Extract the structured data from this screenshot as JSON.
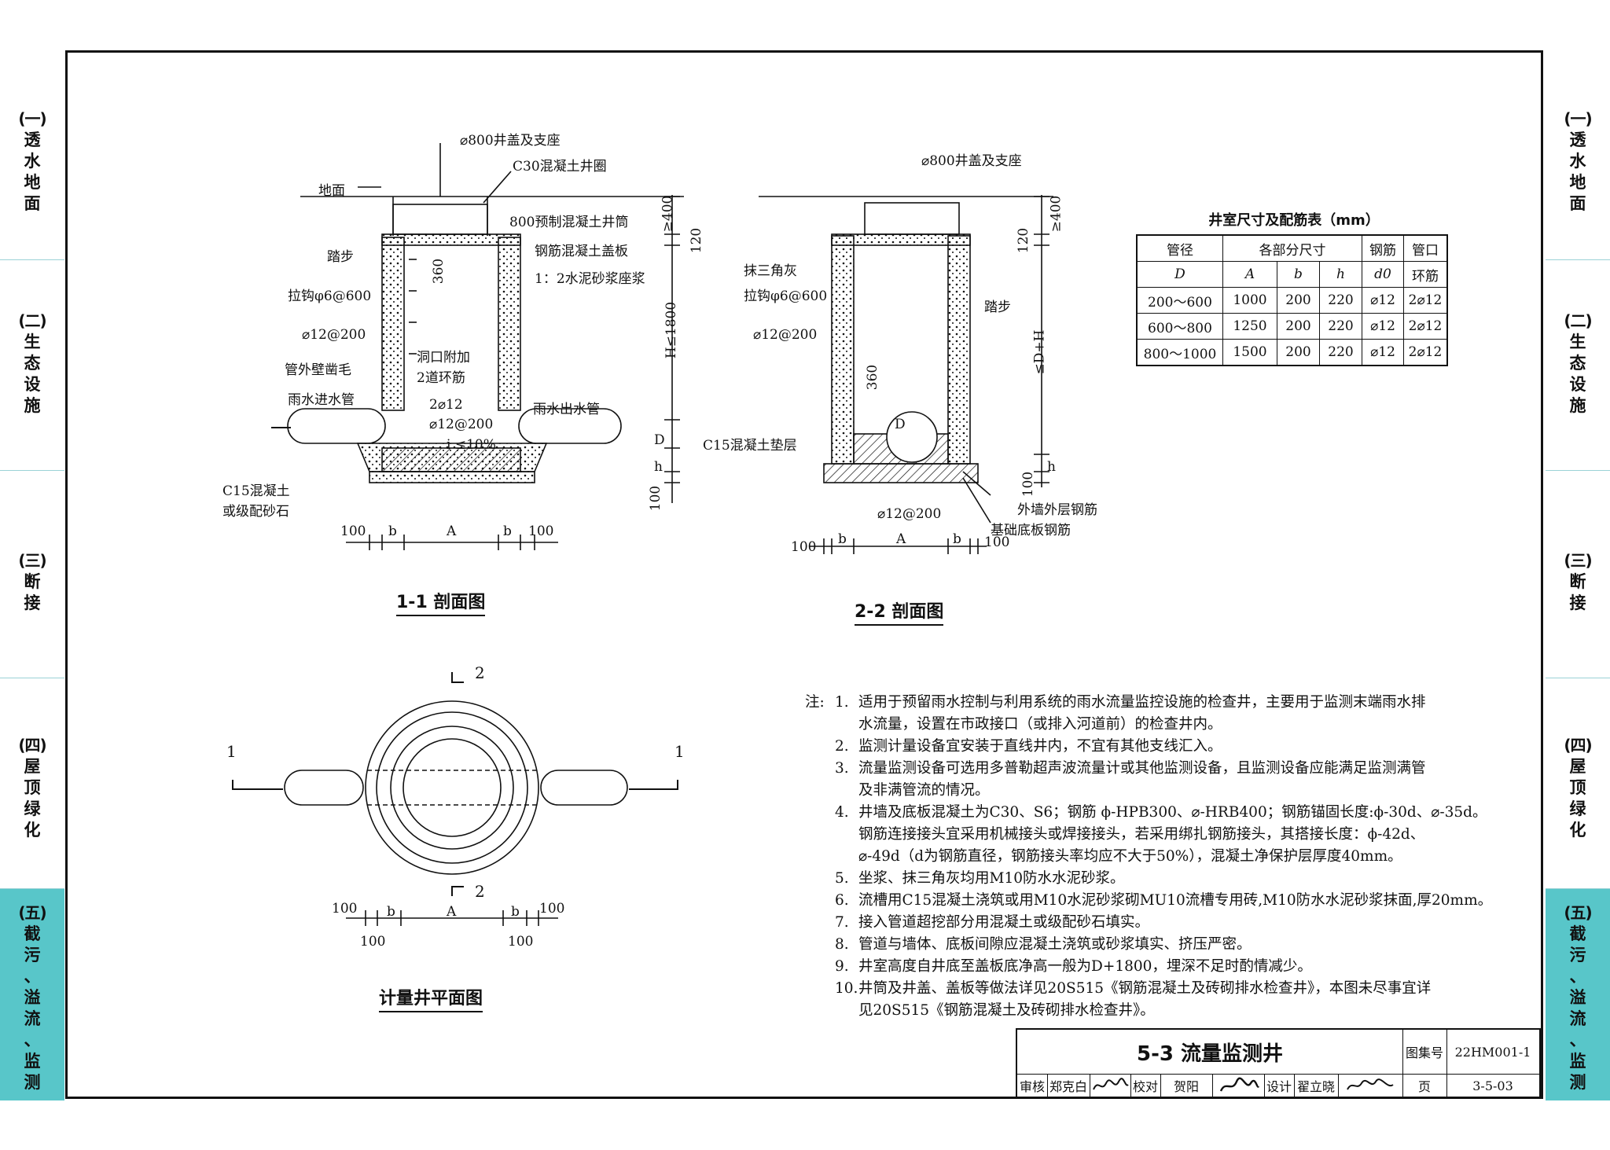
{
  "side_tabs": [
    {
      "num": "(一)",
      "chars": [
        "透",
        "水",
        "地",
        "面"
      ],
      "active": false
    },
    {
      "num": "(二)",
      "chars": [
        "生",
        "态",
        "设",
        "施"
      ],
      "active": false
    },
    {
      "num": "(三)",
      "chars": [
        "断",
        "接"
      ],
      "active": false
    },
    {
      "num": "(四)",
      "chars": [
        "屋",
        "顶",
        "绿",
        "化"
      ],
      "active": false
    },
    {
      "num": "(五)",
      "chars": [
        "截",
        "污",
        "、",
        "溢",
        "流",
        "、",
        "监",
        "测"
      ],
      "active": true
    }
  ],
  "table": {
    "title": "井室尺寸及配筋表（mm）",
    "header_row1": [
      "管径",
      "各部分尺寸",
      "钢筋",
      "管口"
    ],
    "header_row2": [
      "D",
      "A",
      "b",
      "h",
      "d0",
      "环筋"
    ],
    "rows": [
      [
        "200～600",
        "1000",
        "200",
        "220",
        "⌀12",
        "2⌀12"
      ],
      [
        "600～800",
        "1250",
        "200",
        "220",
        "⌀12",
        "2⌀12"
      ],
      [
        "800～1000",
        "1500",
        "200",
        "220",
        "⌀12",
        "2⌀12"
      ]
    ]
  },
  "section1": {
    "caption": "1-1  剖面图",
    "labels": {
      "cover": "⌀800井盖及支座",
      "ring": "C30混凝土井圈",
      "ground": "地面",
      "barrel": "800预制混凝土井筒",
      "slab": "钢筋混凝土盖板",
      "mortar": "1：2水泥砂浆座浆",
      "step": "踏步",
      "hook": "拉钩φ6@600",
      "rebar": "⌀12@200",
      "roughen": "管外壁凿毛",
      "inlet": "雨水进水管",
      "opening1": "洞口附加",
      "opening2": "2道环筋",
      "ring2": "2⌀12",
      "rebar2": "⌀12@200",
      "slope": "i ≤10%",
      "outlet": "雨水出水管",
      "fill1": "C15混凝土",
      "fill2": "或级配砂石",
      "d360": "360",
      "h1800": "H≤1800",
      "d400": "≥400",
      "d120": "120",
      "dD": "D",
      "dh": "h",
      "d100": "100",
      "b": "b",
      "A": "A",
      "w100": "100"
    }
  },
  "section2": {
    "caption": "2-2  剖面图",
    "labels": {
      "cover": "⌀800井盖及支座",
      "fillet": "抹三角灰",
      "hook": "拉钩φ6@600",
      "rebar": "⌀12@200",
      "step": "踏步",
      "base": "C15混凝土垫层",
      "rebar_bottom": "⌀12@200",
      "outer_rebar": "外墙外层钢筋",
      "base_rebar": "基础底板钢筋",
      "d360": "360",
      "d400": "≥400",
      "d120": "120",
      "dDH": "≤D+H",
      "dh": "h",
      "d100": "100",
      "pipe": "D",
      "b": "b",
      "A": "A",
      "w100": "100"
    }
  },
  "plan": {
    "caption": "计量井平面图",
    "labels": {
      "s1": "1",
      "s2": "2",
      "w100": "100",
      "b": "b",
      "A": "A"
    }
  },
  "notes": {
    "lead": "注:",
    "items": [
      {
        "n": "1.",
        "lines": [
          "适用于预留雨水控制与利用系统的雨水流量监控设施的检查井，主要用于监测末端雨水排",
          "水流量，设置在市政接口（或排入河道前）的检查井内。"
        ]
      },
      {
        "n": "2.",
        "lines": [
          "监测计量设备宜安装于直线井内，不宜有其他支线汇入。"
        ]
      },
      {
        "n": "3.",
        "lines": [
          "流量监测设备可选用多普勒超声波流量计或其他监测设备，且监测设备应能满足监测满管",
          "及非满管流的情况。"
        ]
      },
      {
        "n": "4.",
        "lines": [
          "井墙及底板混凝土为C30、S6；钢筋 ϕ-HPB300、⌀-HRB400；钢筋锚固长度:ϕ-30d、⌀-35d。",
          "钢筋连接接头宜采用机械接头或焊接接头，若采用绑扎钢筋接头，其搭接长度：ϕ-42d、",
          "⌀-49d（d为钢筋直径，钢筋接头率均应不大于50%），混凝土净保护层厚度40mm。"
        ]
      },
      {
        "n": "5.",
        "lines": [
          "坐浆、抹三角灰均用M10防水水泥砂浆。"
        ]
      },
      {
        "n": "6.",
        "lines": [
          "流槽用C15混凝土浇筑或用M10水泥砂浆砌MU10流槽专用砖,M10防水水泥砂浆抹面,厚20mm。"
        ]
      },
      {
        "n": "7.",
        "lines": [
          "接入管道超挖部分用混凝土或级配砂石填实。"
        ]
      },
      {
        "n": "8.",
        "lines": [
          "管道与墙体、底板间隙应混凝土浇筑或砂浆填实、挤压严密。"
        ]
      },
      {
        "n": "9.",
        "lines": [
          "井室高度自井底至盖板底净高一般为D+1800，埋深不足时酌情减少。"
        ]
      },
      {
        "n": "10.",
        "lines": [
          "井筒及井盖、盖板等做法详见20S515《钢筋混凝土及砖砌排水检查井》，本图未尽事宜详",
          "见20S515《钢筋混凝土及砖砌排水检查井》。"
        ]
      }
    ]
  },
  "title_block": {
    "title": "5-3  流量监测井",
    "atlas_label": "图集号",
    "atlas_no": "22HM001-1",
    "review_label": "审核",
    "reviewer": "郑克白",
    "check_label": "校对",
    "checker": "贺阳",
    "design_label": "设计",
    "designer": "翟立晓",
    "page_label": "页",
    "page_no": "3-5-03"
  }
}
